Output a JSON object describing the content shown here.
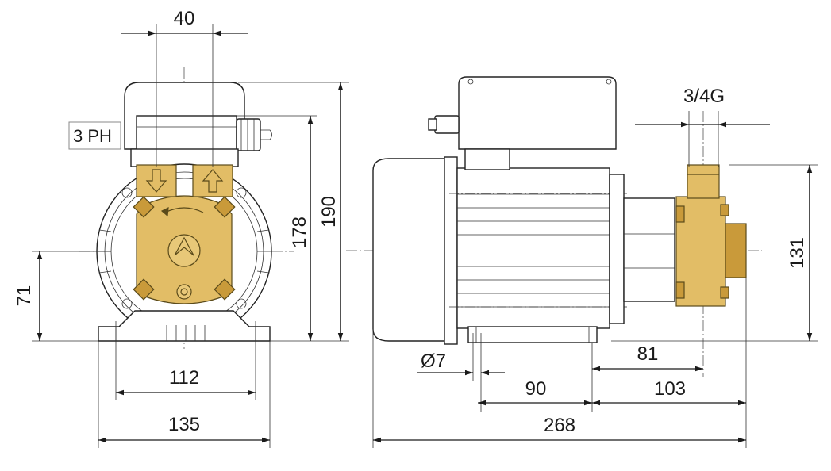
{
  "colors": {
    "line": "#1a1a1a",
    "brass": "#e2bd66",
    "brass_dark": "#c99a3a",
    "background": "#ffffff"
  },
  "front_view": {
    "phase_label": "3 PH",
    "inlet_icon": "arrow-down-icon",
    "outlet_icon": "arrow-up-icon",
    "dims": {
      "port_spacing": "40",
      "shaft_height": "71",
      "housing_height": "178",
      "total_height": "190",
      "foot_holes": "112",
      "foot_width": "135"
    }
  },
  "side_view": {
    "dims": {
      "thread": "3/4G",
      "outlet_height": "131",
      "hole_diameter": "Ø7",
      "port_offset": "81",
      "foot_spacing": "90",
      "head_length": "103",
      "total_length": "268"
    }
  }
}
